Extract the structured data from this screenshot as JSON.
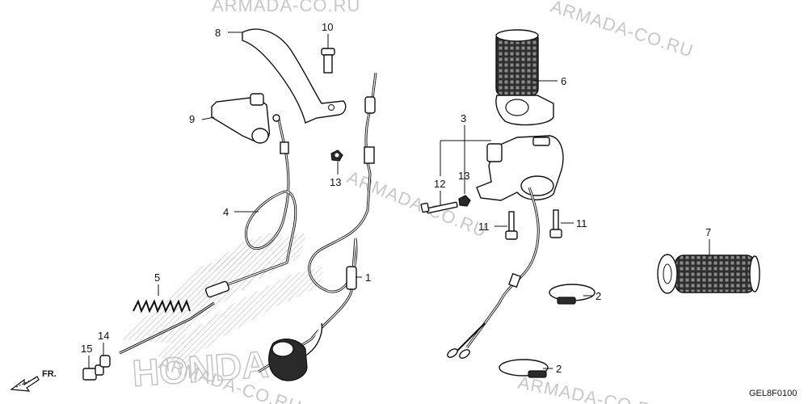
{
  "watermarks": [
    "ARMADA-CO.RU",
    "ARMADA-CO.RU",
    "ARMADA-CO.RU",
    "ARMADA-CO.RU",
    "ARMADA-CO.RU"
  ],
  "callouts": [
    "1",
    "2",
    "2",
    "3",
    "4",
    "5",
    "6",
    "7",
    "8",
    "9",
    "10",
    "11",
    "11",
    "12",
    "13",
    "13",
    "14",
    "15"
  ],
  "direction_label": "FR.",
  "diagram_code": "GEL8F0100",
  "brand_outline_text": "HONDA"
}
